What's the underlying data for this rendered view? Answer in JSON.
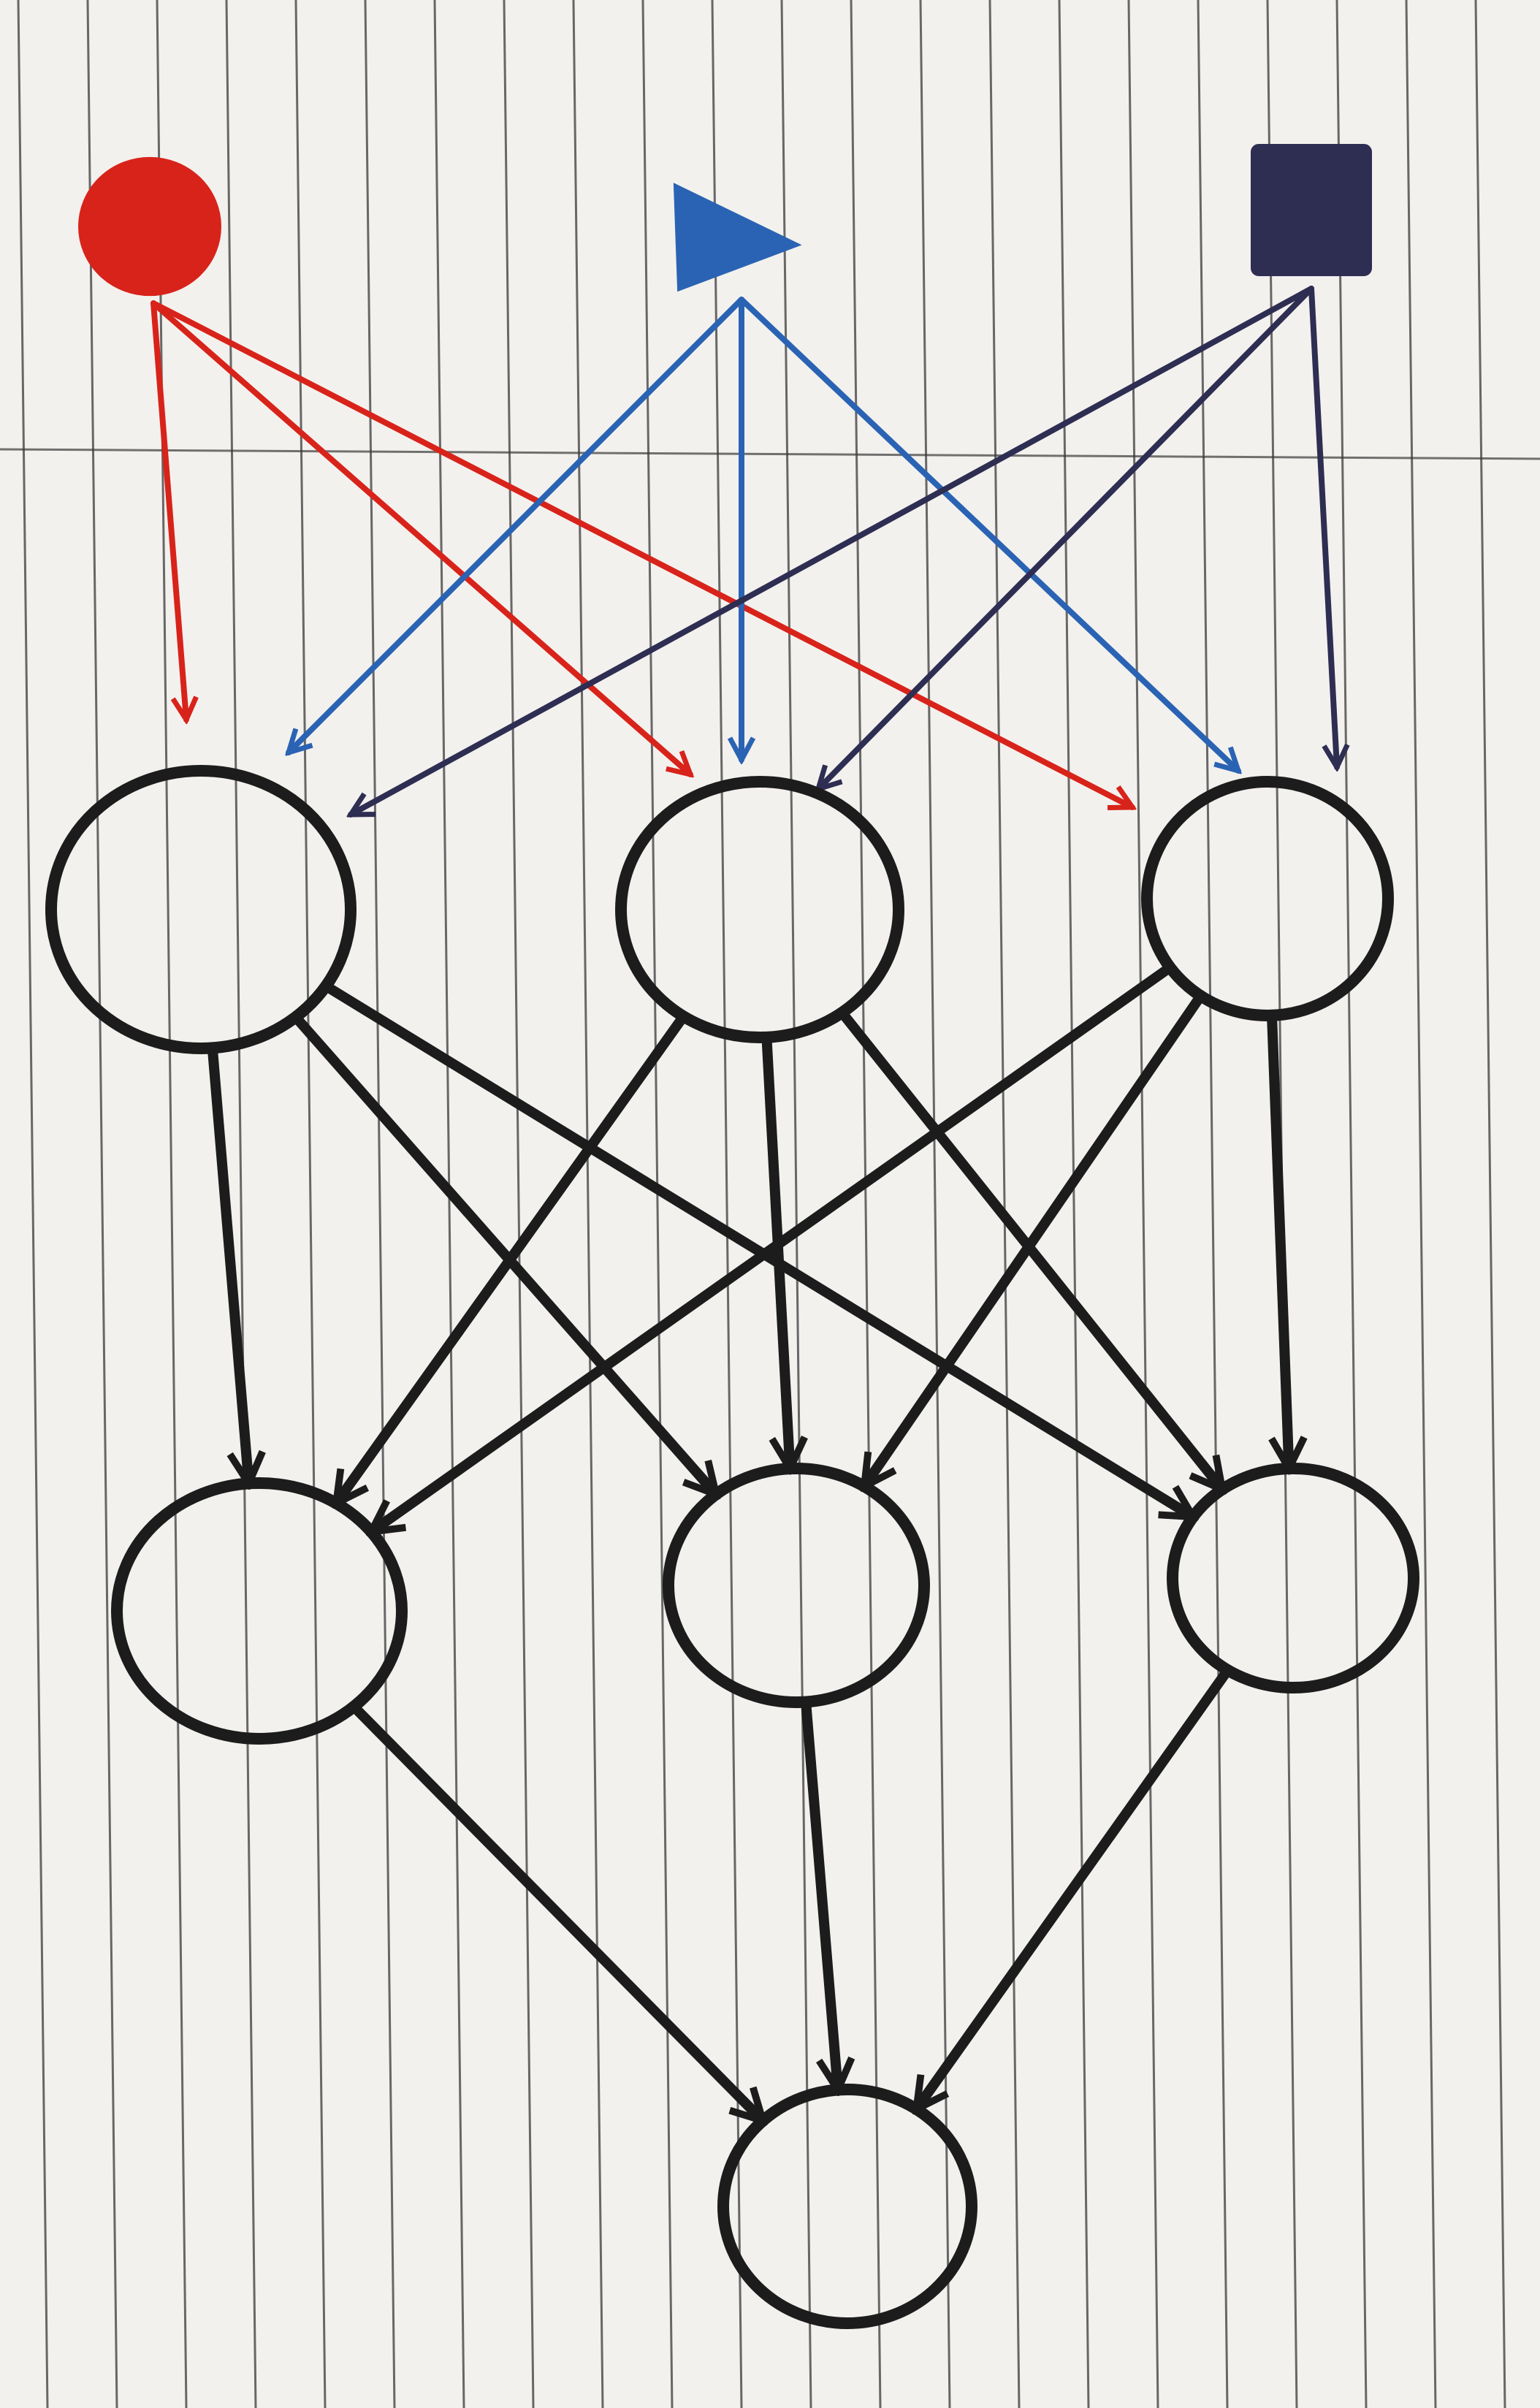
{
  "diagram": {
    "type": "layered-directed-graph",
    "inputs": [
      {
        "id": "in-circle",
        "shape": "circle",
        "color": "#d8231a"
      },
      {
        "id": "in-triangle",
        "shape": "triangle",
        "color": "#2a63b3"
      },
      {
        "id": "in-square",
        "shape": "square",
        "color": "#2e2d52"
      }
    ],
    "nodes": [
      {
        "id": "l1-left",
        "layer": 1
      },
      {
        "id": "l1-center",
        "layer": 1
      },
      {
        "id": "l1-right",
        "layer": 1
      },
      {
        "id": "l2-left",
        "layer": 2
      },
      {
        "id": "l2-center",
        "layer": 2
      },
      {
        "id": "l2-right",
        "layer": 2
      },
      {
        "id": "out",
        "layer": 3
      }
    ],
    "edges": [
      {
        "from": "in-circle",
        "to": "l1-left",
        "color": "#d8231a"
      },
      {
        "from": "in-circle",
        "to": "l1-center",
        "color": "#d8231a"
      },
      {
        "from": "in-circle",
        "to": "l1-right",
        "color": "#d8231a"
      },
      {
        "from": "in-triangle",
        "to": "l1-left",
        "color": "#2a63b3"
      },
      {
        "from": "in-triangle",
        "to": "l1-center",
        "color": "#2a63b3"
      },
      {
        "from": "in-triangle",
        "to": "l1-right",
        "color": "#2a63b3"
      },
      {
        "from": "in-square",
        "to": "l1-left",
        "color": "#2e2d52"
      },
      {
        "from": "in-square",
        "to": "l1-center",
        "color": "#2e2d52"
      },
      {
        "from": "in-square",
        "to": "l1-right",
        "color": "#2e2d52"
      },
      {
        "from": "l1-left",
        "to": "l2-left",
        "color": "#1c1c1c"
      },
      {
        "from": "l1-left",
        "to": "l2-center",
        "color": "#1c1c1c"
      },
      {
        "from": "l1-left",
        "to": "l2-right",
        "color": "#1c1c1c"
      },
      {
        "from": "l1-center",
        "to": "l2-left",
        "color": "#1c1c1c"
      },
      {
        "from": "l1-center",
        "to": "l2-center",
        "color": "#1c1c1c"
      },
      {
        "from": "l1-center",
        "to": "l2-right",
        "color": "#1c1c1c"
      },
      {
        "from": "l1-right",
        "to": "l2-left",
        "color": "#1c1c1c"
      },
      {
        "from": "l1-right",
        "to": "l2-center",
        "color": "#1c1c1c"
      },
      {
        "from": "l1-right",
        "to": "l2-right",
        "color": "#1c1c1c"
      },
      {
        "from": "l2-left",
        "to": "out",
        "color": "#1c1c1c"
      },
      {
        "from": "l2-center",
        "to": "out",
        "color": "#1c1c1c"
      },
      {
        "from": "l2-right",
        "to": "out",
        "color": "#1c1c1c"
      }
    ]
  },
  "paper": {
    "background": "#f3f1ee",
    "rule_color": "#3a3a3a"
  }
}
